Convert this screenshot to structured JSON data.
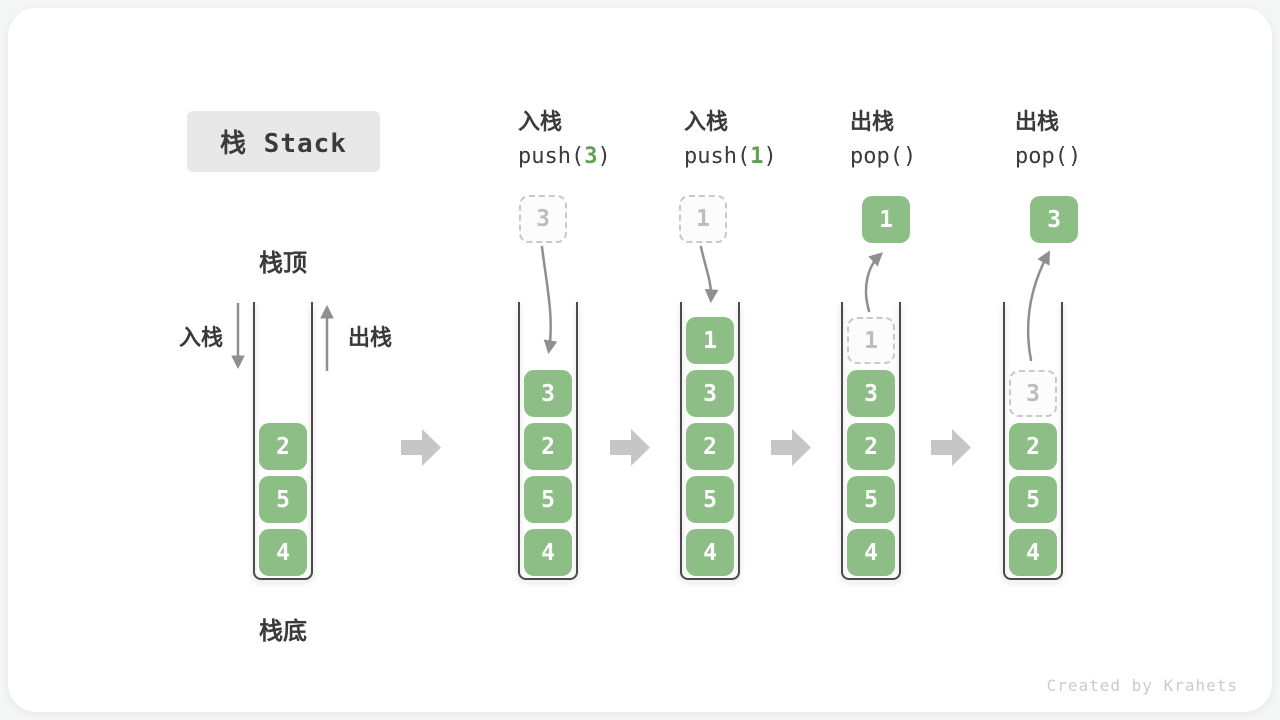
{
  "page": {
    "title_badge": "栈 Stack",
    "watermark": "Created by Krahets"
  },
  "labels": {
    "stack_top": "栈顶",
    "stack_bottom": "栈底",
    "push": "入栈",
    "pop": "出栈"
  },
  "operations": [
    {
      "name": "入栈",
      "code_before": "push(",
      "arg": "3",
      "code_after": ")"
    },
    {
      "name": "入栈",
      "code_before": "push(",
      "arg": "1",
      "code_after": ")"
    },
    {
      "name": "出栈",
      "code_before": "pop(",
      "arg": "",
      "code_after": ")"
    },
    {
      "name": "出栈",
      "code_before": "pop(",
      "arg": "",
      "code_after": ")"
    }
  ],
  "stacks": {
    "s1": {
      "cells": [
        "2",
        "5",
        "4"
      ]
    },
    "s2": {
      "incoming": "3",
      "cells": [
        "3",
        "2",
        "5",
        "4"
      ]
    },
    "s3": {
      "incoming": "1",
      "cells": [
        "1",
        "3",
        "2",
        "5",
        "4"
      ]
    },
    "s4": {
      "popped": "1",
      "ghost": "1",
      "cells": [
        "3",
        "2",
        "5",
        "4"
      ]
    },
    "s5": {
      "popped": "3",
      "ghost": "3",
      "cells": [
        "2",
        "5",
        "4"
      ]
    }
  },
  "colors": {
    "cell_green": "#8CBE85",
    "code_arg_green": "#5FA052",
    "step_arrow_gray": "#C5C6C6",
    "curve_arrow_gray": "#8F8F8F",
    "well_line": "#4A4A4A",
    "badge_bg": "#E8E8E8",
    "text_dark": "#3A3A3A",
    "watermark_gray": "#CBCBCB"
  }
}
